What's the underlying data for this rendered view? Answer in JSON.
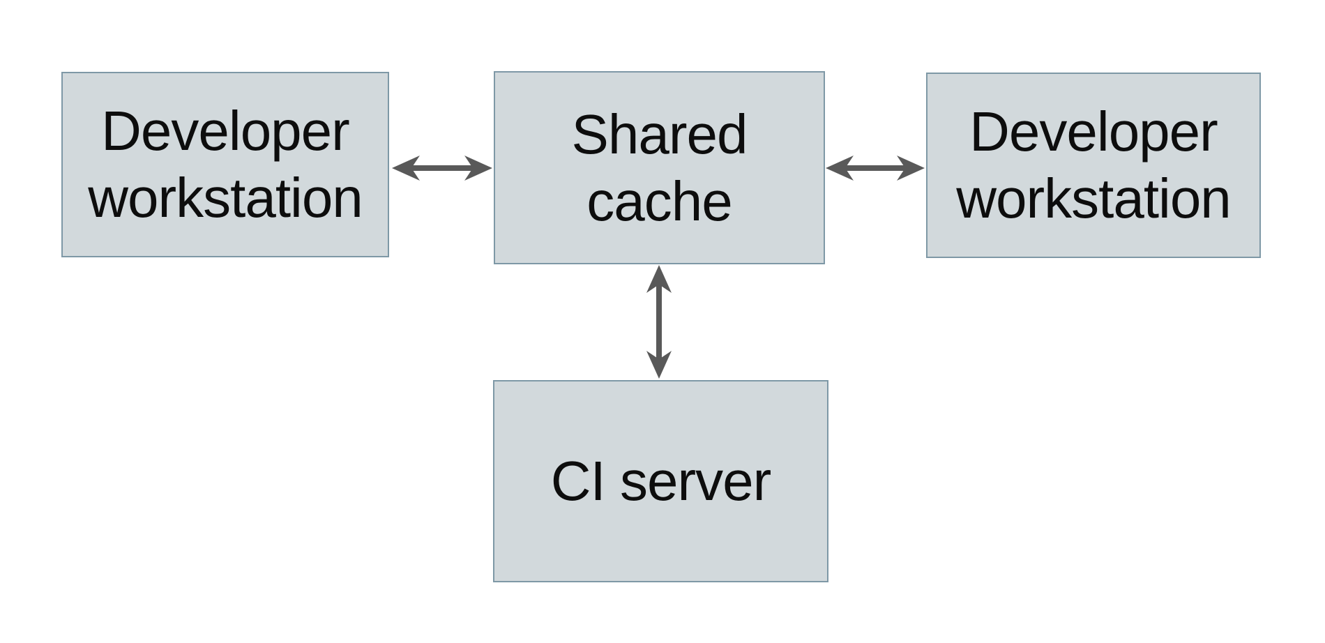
{
  "diagram": {
    "colors": {
      "background": "#ffffff",
      "node_fill": "#d2d9dc",
      "node_border": "#7e98a6",
      "arrow": "#595959",
      "text": "#0d0d0d"
    },
    "nodes": [
      {
        "id": "developer-workstation-left",
        "label": "Developer workstation",
        "lines": [
          "Developer",
          "workstation"
        ]
      },
      {
        "id": "shared-cache",
        "label": "Shared cache",
        "lines": [
          "Shared",
          "cache"
        ]
      },
      {
        "id": "developer-workstation-right",
        "label": "Developer workstation",
        "lines": [
          "Developer",
          "workstation"
        ]
      },
      {
        "id": "ci-server",
        "label": "CI server",
        "lines": [
          "CI server"
        ]
      }
    ],
    "edges": [
      {
        "from": "developer-workstation-left",
        "to": "shared-cache",
        "direction": "bidirectional",
        "orientation": "horizontal"
      },
      {
        "from": "shared-cache",
        "to": "developer-workstation-right",
        "direction": "bidirectional",
        "orientation": "horizontal"
      },
      {
        "from": "shared-cache",
        "to": "ci-server",
        "direction": "bidirectional",
        "orientation": "vertical"
      }
    ]
  }
}
